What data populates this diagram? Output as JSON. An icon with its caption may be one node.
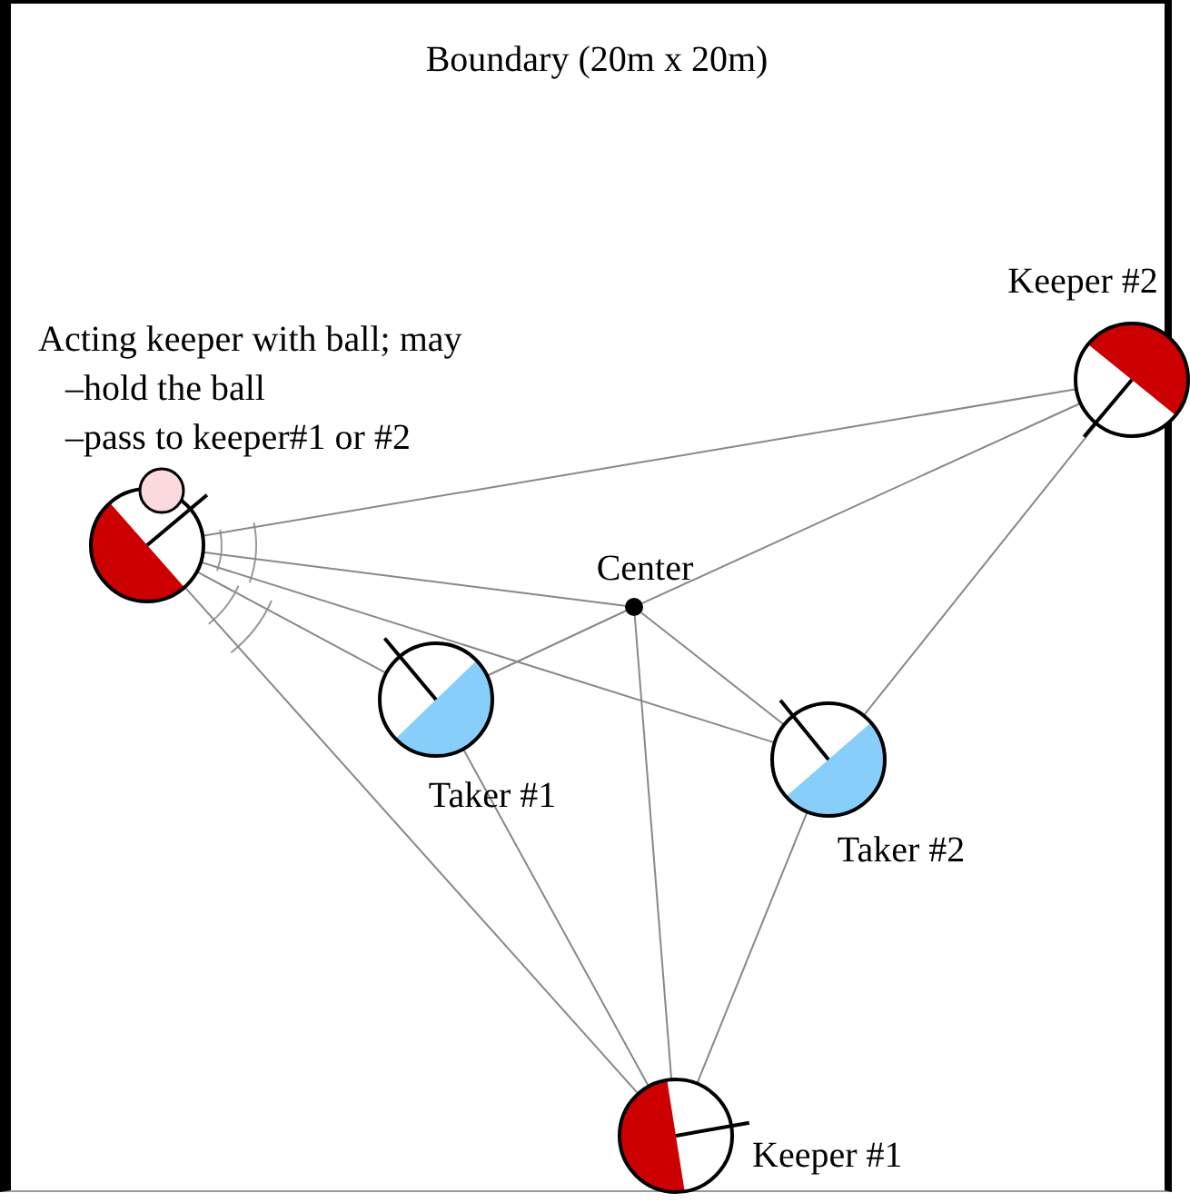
{
  "diagram": {
    "nodes": [
      {
        "text": [
          "Boundary (20m x 20m)"
        ]
      },
      {
        "text": [],
        "shape": "circle",
        "in": 0,
        "beside": [
          "Acting keeper with ball; may",
          "–hold the ball",
          "–pass to keeper#1 or #2"
        ]
      },
      {
        "text": [],
        "shape": "circle",
        "in": 0,
        "beside": [
          "Keeper #2"
        ]
      },
      {
        "text": [],
        "shape": "circle",
        "in": 0,
        "beside": [
          "Center"
        ]
      },
      {
        "text": [],
        "shape": "circle",
        "in": 0,
        "beside": [
          "Taker #1"
        ]
      },
      {
        "text": [],
        "shape": "circle",
        "in": 0,
        "beside": [
          "Taker #2"
        ]
      },
      {
        "text": [],
        "shape": "circle",
        "in": 0,
        "beside": [
          "Keeper #1"
        ]
      }
    ],
    "edges": [
      {
        "from": 1,
        "to": 2,
        "arrow": "none"
      },
      {
        "from": 1,
        "to": 3,
        "arrow": "none"
      },
      {
        "from": 1,
        "to": 5,
        "arrow": "none"
      },
      {
        "from": 1,
        "to": 4,
        "arrow": "none"
      },
      {
        "from": 1,
        "to": 6,
        "arrow": "none"
      },
      {
        "from": 4,
        "to": 3,
        "arrow": "none"
      },
      {
        "from": 3,
        "to": 2,
        "arrow": "none"
      },
      {
        "from": 3,
        "to": 5,
        "arrow": "none"
      },
      {
        "from": 3,
        "to": 6,
        "arrow": "none"
      },
      {
        "from": 5,
        "to": 2,
        "arrow": "none"
      },
      {
        "from": 4,
        "to": 6,
        "arrow": "none"
      },
      {
        "from": 5,
        "to": 6,
        "arrow": "none"
      }
    ]
  }
}
